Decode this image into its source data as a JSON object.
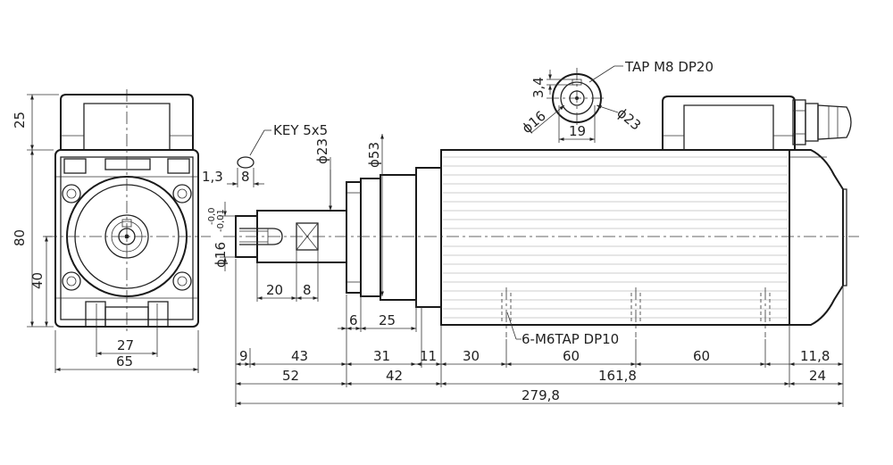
{
  "labels": {
    "tap_front": "TAP M8 DP20",
    "key": "KEY 5x5",
    "tap_side": "6-M6TAP DP10",
    "shaft_dia": "ϕ16",
    "shaft_tol_upper": "-0,0",
    "shaft_tol_lower": "-0,01",
    "dia23": "ϕ23",
    "dia53": "ϕ53",
    "end_dia16": "ϕ16",
    "end_dia23": "ϕ23",
    "end_w19": "19",
    "end_34": "3,4"
  },
  "dims": {
    "v25": "25",
    "v80": "80",
    "v40": "40",
    "h27": "27",
    "h65": "65",
    "d13": "1,3",
    "d8key": "8",
    "d20": "20",
    "d8": "8",
    "d6": "6",
    "d25": "25",
    "r1_9": "9",
    "r1_43": "43",
    "r1_31": "31",
    "r1_11": "11",
    "r1_30": "30",
    "r1_60a": "60",
    "r1_60b": "60",
    "r1_118": "11,8",
    "r2_52": "52",
    "r2_42": "42",
    "r2_1618": "161,8",
    "r2_24": "24",
    "r3_2798": "279,8"
  }
}
